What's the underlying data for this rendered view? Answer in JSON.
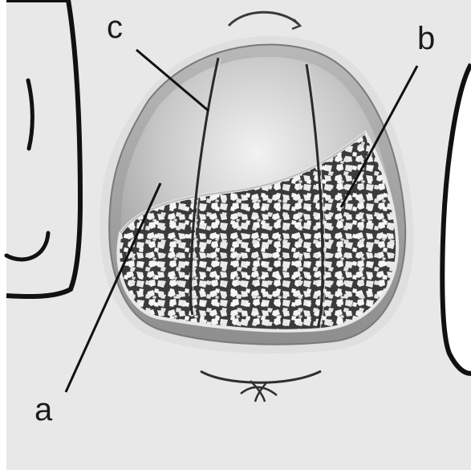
{
  "figure": {
    "labels": {
      "a": "a",
      "b": "b",
      "c": "c"
    }
  },
  "colors": {
    "background": "#ffffff",
    "tissue": "#e9e9e9",
    "outline": "#111111",
    "cavity_rim": "#9a9a9a",
    "cavity_fill": "#c8c8c8",
    "graft_dark": "#3a3a3a",
    "graft_light": "#f2f2f2"
  }
}
